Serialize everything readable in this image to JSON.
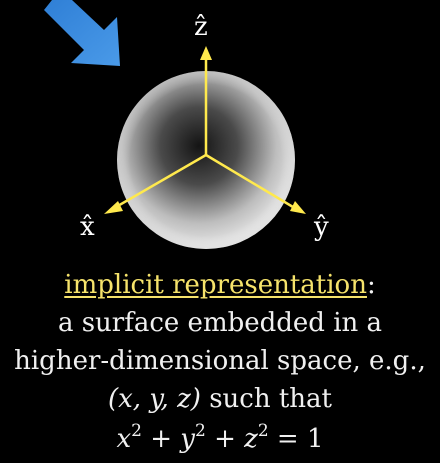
{
  "diagram": {
    "colors": {
      "background": "#000000",
      "axes": "#ffe94d",
      "arrow": "#3d8fe0",
      "sphere_light": "#f2f2f2",
      "sphere_dark": "#1e1e1e",
      "heading_term": "#f6e36b",
      "text": "#f0f0f0"
    },
    "axis_labels": {
      "z": "ẑ",
      "x": "x̂",
      "y": "ŷ"
    },
    "icon": "blue-arrow-pointer"
  },
  "text": {
    "term": "implicit representation",
    "colon": ":",
    "line1": "a surface embedded in a",
    "line2": "higher-dimensional space, e.g.,",
    "line3_math": "(x, y, z)",
    "line3_text": " such that",
    "equation": {
      "x": "x",
      "y": "y",
      "z": "z",
      "exp": "2",
      "plus": " + ",
      "equals": " = 1"
    }
  }
}
